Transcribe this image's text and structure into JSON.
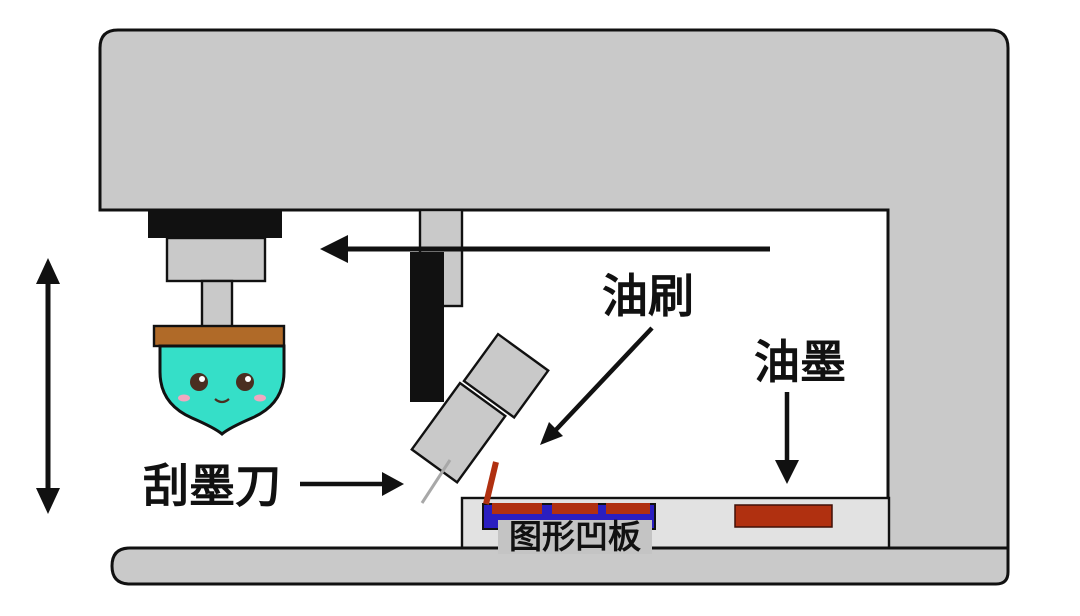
{
  "diagram": {
    "labels": {
      "oil_brush": "油刷",
      "ink": "油墨",
      "doctor_blade": "刮墨刀",
      "graphic_plate": "图形凹板"
    },
    "colors": {
      "frame": "#c9c9c9",
      "platform": "#e2e2e2",
      "pad": "#35dfc8",
      "pad_bar": "#b06a28",
      "plate_blue": "#2a1ec0",
      "ink_red": "#b03010",
      "black": "#111111",
      "blush": "#f0a8c0",
      "eye": "#4a2e20"
    }
  }
}
